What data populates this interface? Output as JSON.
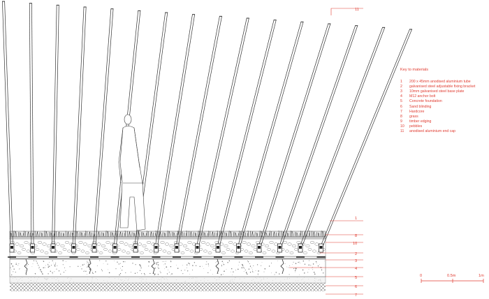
{
  "legend": {
    "title": "Key to materials",
    "items": [
      {
        "num": "1",
        "label": "200 x 45mm anodised aluminium tube"
      },
      {
        "num": "2",
        "label": "galvanised steel adjustable fixing bracket"
      },
      {
        "num": "3",
        "label": "10mm galvanised steel base plate"
      },
      {
        "num": "4",
        "label": "M12 anchor bolt"
      },
      {
        "num": "5",
        "label": "Concrete foundation"
      },
      {
        "num": "6",
        "label": "Sand blinding"
      },
      {
        "num": "7",
        "label": "Hardcore"
      },
      {
        "num": "8",
        "label": "grass"
      },
      {
        "num": "9",
        "label": "timber edging"
      },
      {
        "num": "10",
        "label": "pebbles"
      },
      {
        "num": "11",
        "label": "anodised aluminium end cap"
      }
    ]
  },
  "callouts": [
    "11",
    "1",
    "8",
    "10",
    "2",
    "3",
    "4",
    "5",
    "6",
    "7"
  ],
  "scale_bar": {
    "labels": [
      "0",
      "0.5m",
      "1m"
    ]
  },
  "colors": {
    "annotation": "#e03c31",
    "line": "#333333"
  }
}
